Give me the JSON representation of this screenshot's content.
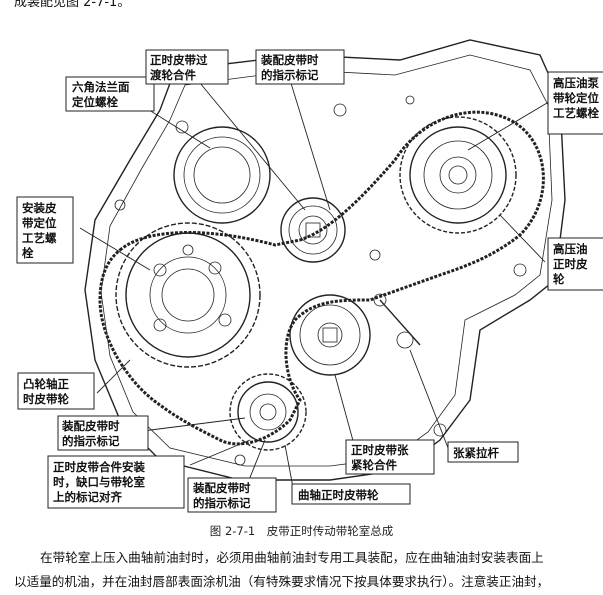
{
  "top_text": "成装配见图 2-7-1。",
  "figure": {
    "caption": "图 2-7-1　皮带正时传动带轮室总成",
    "labels": {
      "hex_flange": [
        "六角法兰面",
        "定位螺栓"
      ],
      "idler": [
        "正时皮带过",
        "渡轮合件"
      ],
      "mark_top": [
        "装配皮带时",
        "的指示标记"
      ],
      "hp_pump_bolt": [
        "高压油泵",
        "带轮定位",
        "工艺螺栓"
      ],
      "install_bolt": [
        "安装皮",
        "带定位",
        "工艺螺",
        "栓"
      ],
      "hp_pump_pulley": [
        "高压油",
        "正时皮",
        "轮"
      ],
      "cam_pulley": [
        "凸轮轴正",
        "时皮带轮"
      ],
      "mark_left": [
        "装配皮带时",
        "的指示标记"
      ],
      "assembly_note": [
        "正时皮带合件安装",
        "时，缺口与带轮室",
        "上的标记对齐"
      ],
      "mark_bottom": [
        "装配皮带时",
        "的指示标记"
      ],
      "crank_pulley": "曲轴正时皮带轮",
      "tensioner": [
        "正时皮带张",
        "紧轮合件"
      ],
      "tension_rod": "张紧拉杆"
    }
  },
  "paragraph": {
    "line1": "在带轮室上压入曲轴前油封时，必须用曲轴前油封专用工具装配，应在曲轴油封安装表面上",
    "line2": "以适量的机油，并在油封唇部表面涂机油（有特殊要求情况下按具体要求执行）。注意装正油封，"
  }
}
